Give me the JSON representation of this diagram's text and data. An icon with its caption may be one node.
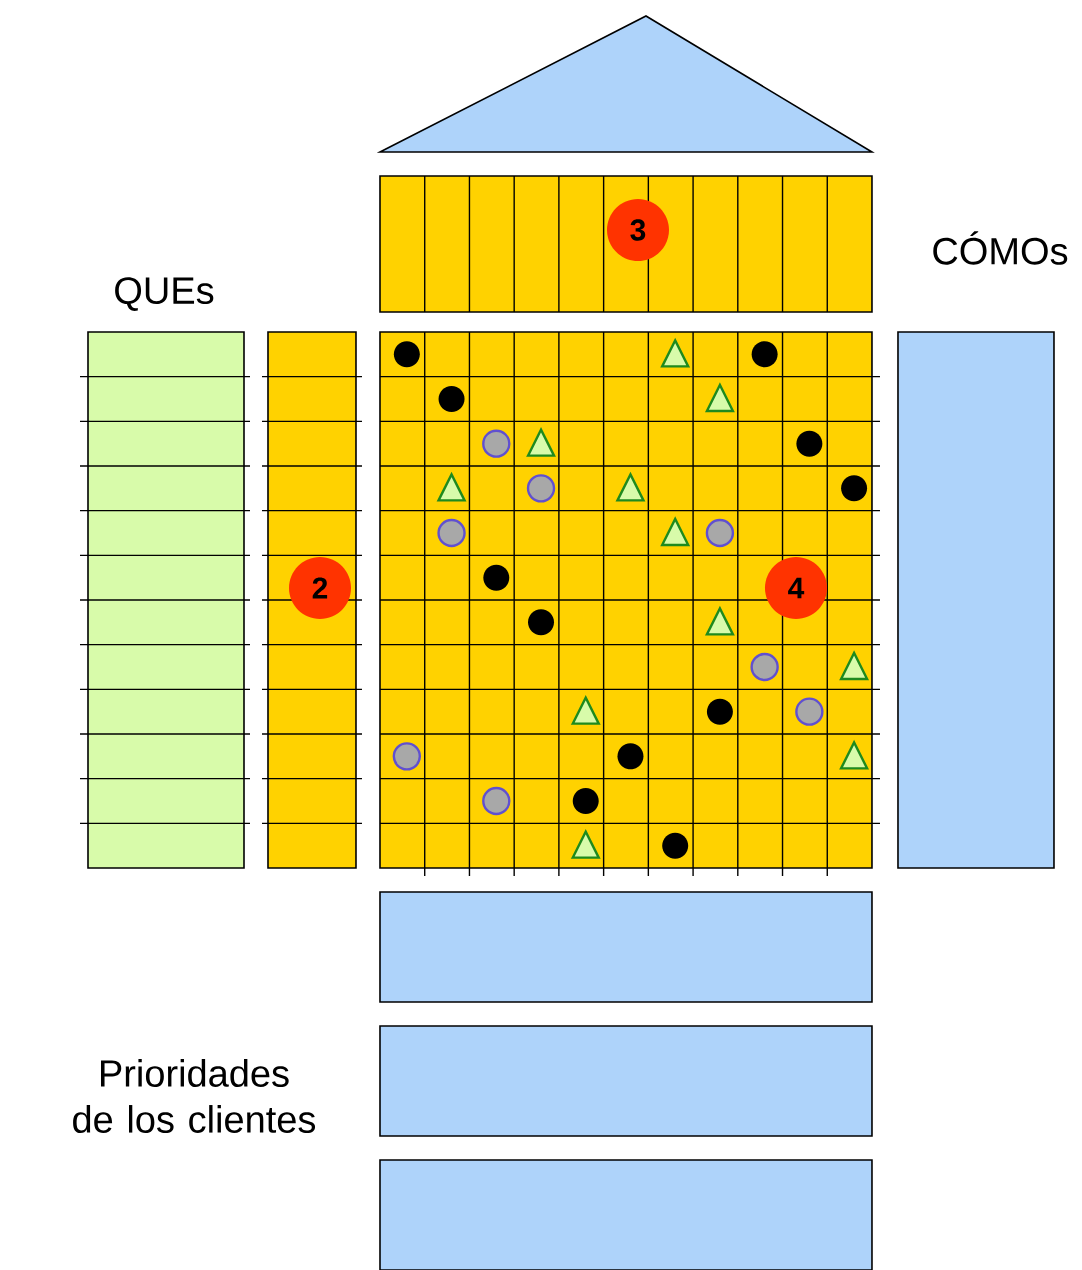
{
  "diagram": {
    "nodes": [
      {
        "text": [],
        "shape": "triangle"
      },
      {
        "text": [],
        "shape": "box"
      },
      {
        "text": [],
        "shape": "box"
      },
      {
        "text": [],
        "shape": "box"
      },
      {
        "text": [],
        "shape": "box"
      },
      {
        "text": [],
        "shape": "box"
      },
      {
        "text": [],
        "shape": "box"
      },
      {
        "text": [],
        "shape": "box"
      },
      {
        "text": [],
        "shape": "box"
      }
    ],
    "labels": [
      "3",
      "CÓMOs",
      "QUEs",
      "2",
      "4",
      "Prioridades de los clientes"
    ]
  }
}
